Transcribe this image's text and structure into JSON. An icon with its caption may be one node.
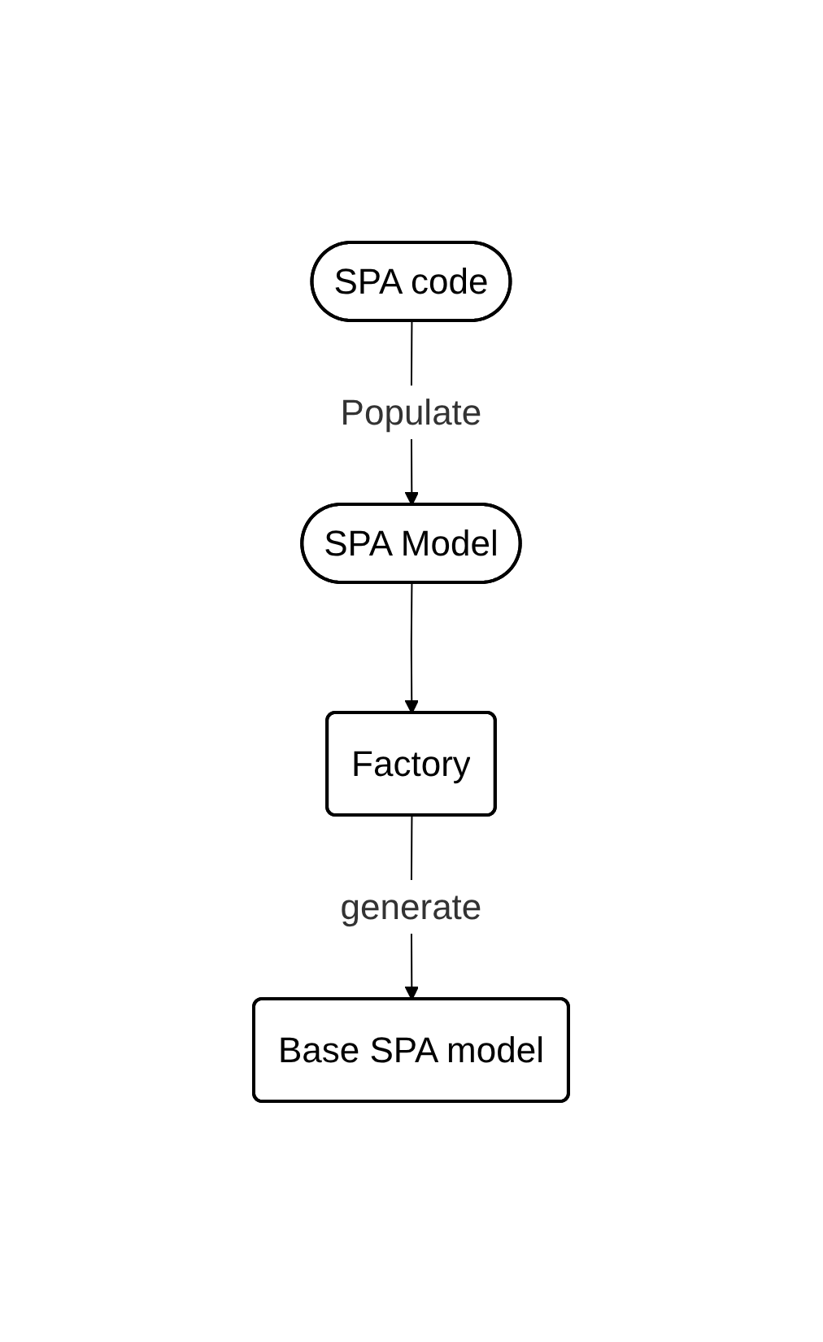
{
  "diagram": {
    "nodes": [
      {
        "text": [
          "SPA code"
        ]
      },
      {
        "text": [
          "SPA Model"
        ]
      },
      {
        "text": [
          "Factory"
        ]
      },
      {
        "text": [
          "Base SPA model"
        ]
      }
    ],
    "edges": [
      {
        "from": 0,
        "to": 1,
        "arrow": "to",
        "label": "Populate"
      },
      {
        "from": 1,
        "to": 2,
        "arrow": "to"
      },
      {
        "from": 2,
        "to": 3,
        "arrow": "to",
        "label": "generate"
      }
    ]
  }
}
